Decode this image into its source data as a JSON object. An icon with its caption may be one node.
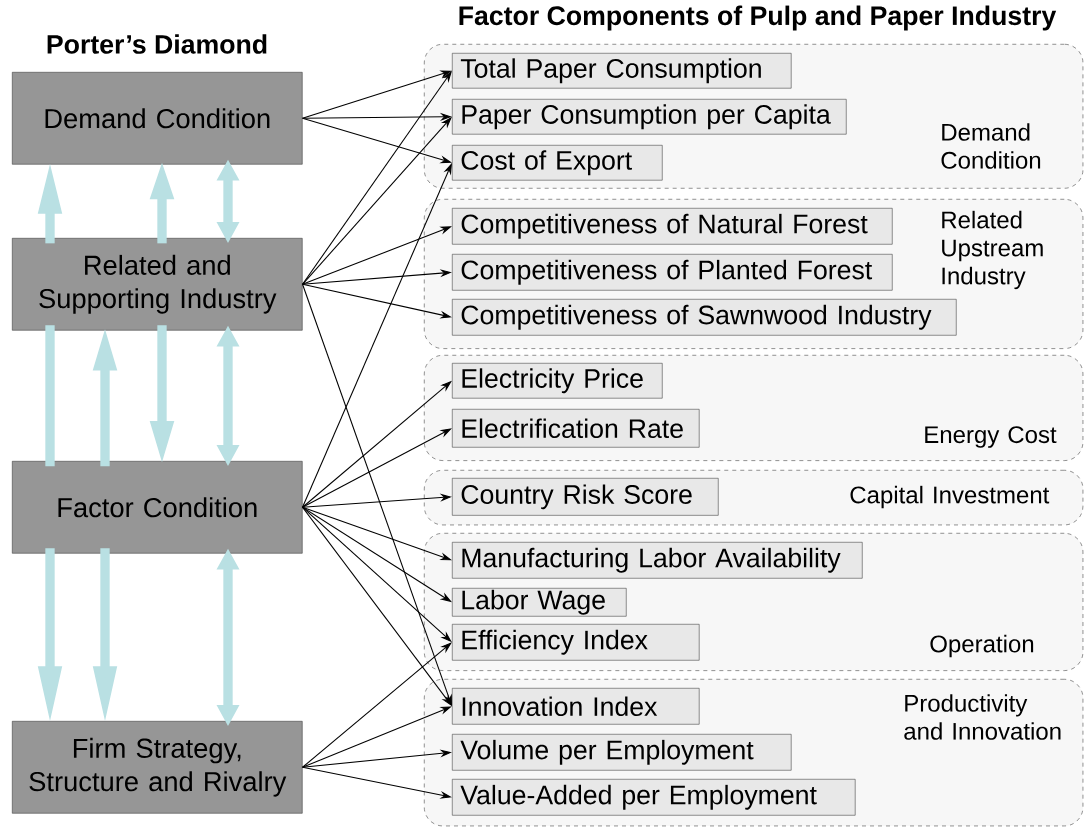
{
  "diagram": {
    "nodes": [
      {
        "text": [
          "Demand Condition"
        ]
      },
      {
        "text": [
          "Related and Supporting Industry"
        ]
      },
      {
        "text": [
          "Factor Condition"
        ]
      },
      {
        "text": [
          "Firm Strategy, Structure and Rivalry"
        ]
      },
      {
        "text": [
          "Demand Condition"
        ]
      },
      {
        "text": [
          "Total Paper Consumption"
        ],
        "in": 4
      },
      {
        "text": [
          "Paper Consumption per Capita"
        ],
        "in": 4
      },
      {
        "text": [
          "Cost of Export"
        ],
        "in": 4
      },
      {
        "text": [
          "Related Upstream Industry"
        ]
      },
      {
        "text": [
          "Competitiveness of Natural Forest"
        ],
        "in": 8
      },
      {
        "text": [
          "Competitiveness of Planted Forest"
        ],
        "in": 8
      },
      {
        "text": [
          "Competitiveness of Sawnwood Industry"
        ],
        "in": 8
      },
      {
        "text": [
          "Energy Cost"
        ]
      },
      {
        "text": [
          "Electricity Price"
        ],
        "in": 12
      },
      {
        "text": [
          "Electrification Rate"
        ],
        "in": 12
      },
      {
        "text": [
          "Capital Investment"
        ]
      },
      {
        "text": [
          "Country Risk Score"
        ],
        "in": 15
      },
      {
        "text": [
          "Operation"
        ]
      },
      {
        "text": [
          "Manufacturing Labor Availability"
        ],
        "in": 17
      },
      {
        "text": [
          "Labor Wage"
        ],
        "in": 17
      },
      {
        "text": [
          "Efficiency Index"
        ],
        "in": 17
      },
      {
        "text": [
          "Productivity and Innovation"
        ]
      },
      {
        "text": [
          "Innovation Index"
        ],
        "in": 21
      },
      {
        "text": [
          "Volume per Employment"
        ],
        "in": 21
      },
      {
        "text": [
          "Value-Added per Employment"
        ],
        "in": 21
      }
    ],
    "edges": [
      {
        "from": 0,
        "to": 5,
        "arrow": "to"
      },
      {
        "from": 0,
        "to": 6,
        "arrow": "to"
      },
      {
        "from": 0,
        "to": 7,
        "arrow": "to"
      },
      {
        "from": 1,
        "to": 5,
        "arrow": "to"
      },
      {
        "from": 1,
        "to": 6,
        "arrow": "to"
      },
      {
        "from": 1,
        "to": 9,
        "arrow": "to"
      },
      {
        "from": 1,
        "to": 10,
        "arrow": "to"
      },
      {
        "from": 1,
        "to": 11,
        "arrow": "to"
      },
      {
        "from": 1,
        "to": 22,
        "arrow": "to"
      },
      {
        "from": 2,
        "to": 7,
        "arrow": "to"
      },
      {
        "from": 2,
        "to": 13,
        "arrow": "to"
      },
      {
        "from": 2,
        "to": 14,
        "arrow": "to"
      },
      {
        "from": 2,
        "to": 16,
        "arrow": "to"
      },
      {
        "from": 2,
        "to": 18,
        "arrow": "to"
      },
      {
        "from": 2,
        "to": 19,
        "arrow": "to"
      },
      {
        "from": 2,
        "to": 20,
        "arrow": "to"
      },
      {
        "from": 2,
        "to": 22,
        "arrow": "to"
      },
      {
        "from": 3,
        "to": 20,
        "arrow": "to"
      },
      {
        "from": 3,
        "to": 22,
        "arrow": "to"
      },
      {
        "from": 3,
        "to": 23,
        "arrow": "to"
      },
      {
        "from": 3,
        "to": 24,
        "arrow": "to"
      },
      {
        "from": 1,
        "to": 0,
        "arrow": "to",
        "style": "thick",
        "color": "#b9e0e3"
      },
      {
        "from": 1,
        "to": 0,
        "arrow": "to",
        "style": "thick",
        "color": "#b9e0e3"
      },
      {
        "from": 0,
        "to": 1,
        "arrow": "both",
        "style": "thick",
        "color": "#b9e0e3"
      },
      {
        "from": 1,
        "to": 2,
        "arrow": "none",
        "style": "thick",
        "color": "#b9e0e3"
      },
      {
        "from": 2,
        "to": 1,
        "arrow": "to",
        "style": "thick",
        "color": "#b9e0e3"
      },
      {
        "from": 1,
        "to": 2,
        "arrow": "to",
        "style": "thick",
        "color": "#b9e0e3"
      },
      {
        "from": 1,
        "to": 2,
        "arrow": "both",
        "style": "thick",
        "color": "#b9e0e3"
      },
      {
        "from": 2,
        "to": 3,
        "arrow": "to",
        "style": "thick",
        "color": "#b9e0e3"
      },
      {
        "from": 2,
        "to": 3,
        "arrow": "to",
        "style": "thick",
        "color": "#b9e0e3"
      },
      {
        "from": 2,
        "to": 3,
        "arrow": "both",
        "style": "thick",
        "color": "#b9e0e3"
      }
    ],
    "labels": [
      "Porter’s Diamond",
      "Factor Components of Pulp and Paper Industry"
    ]
  }
}
